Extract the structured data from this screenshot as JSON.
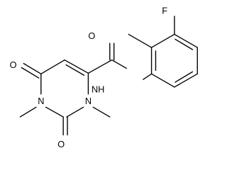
{
  "molecule": {
    "atom_labels": {
      "o_amide": "O",
      "n_amide": "NH",
      "fluorine": "F",
      "o_top": "O",
      "o_bottom": "O",
      "n1": "N",
      "n3": "N"
    }
  },
  "colors": {
    "bond": "#000000",
    "label": "#000000",
    "background": "#ffffff"
  }
}
